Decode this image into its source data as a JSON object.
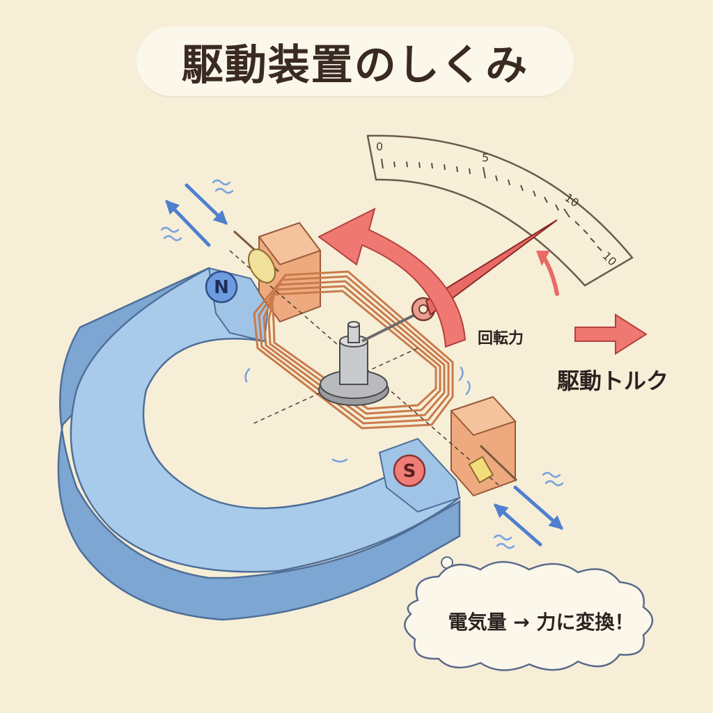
{
  "title": "駆動装置のしくみ",
  "scale": {
    "tick_labels": [
      "0",
      "5",
      "10",
      "10"
    ]
  },
  "magnet": {
    "north_label": "N",
    "south_label": "S"
  },
  "labels": {
    "rotation_force": "回転力",
    "drive_torque": "駆動トルク"
  },
  "thought_bubble": {
    "text": "電気量 → 力に変換！"
  },
  "colors": {
    "background": "#f6eed7",
    "magnet_blue": "#9fc4e6",
    "magnet_blue_dark": "#6f9bc9",
    "coil_copper": "#c97a4a",
    "pole_block": "#eeaa7e",
    "arrow_red": "#e86a66",
    "arrow_blue": "#4f7fcf",
    "north_badge": "#6d9be0",
    "south_badge": "#ef7d78",
    "scale_face": "#f7f0d9"
  },
  "icons": {
    "rotation_arrow": "curved-arrow-icon",
    "torque_arrow": "right-arrow-icon",
    "double_arrow": "double-arrow-icon",
    "vibration_marks": "wave-icon"
  }
}
